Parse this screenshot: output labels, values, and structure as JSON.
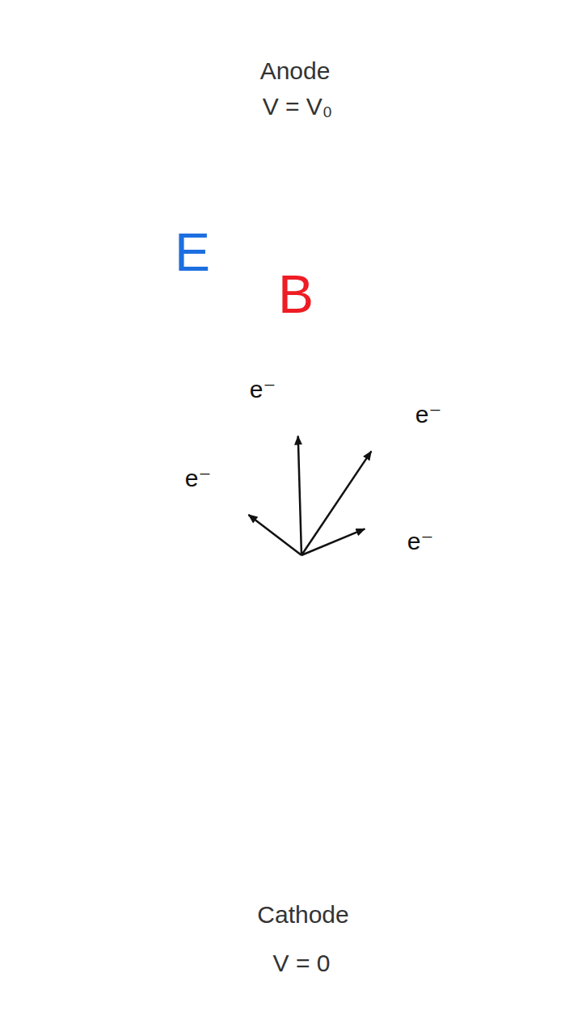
{
  "diagram": {
    "nodes": [
      {
        "text": [
          "Anode",
          "V = V₀"
        ]
      },
      {
        "text": [
          "E"
        ]
      },
      {
        "text": [
          "B"
        ],
        "in": 1
      },
      {
        "text": [
          "e⁻"
        ],
        "in": 2
      },
      {
        "text": [
          "e⁻"
        ],
        "in": 2
      },
      {
        "text": [
          "e⁻"
        ],
        "in": 2
      },
      {
        "text": [
          "e⁻"
        ],
        "in": 2
      },
      {
        "text": [
          "Cathode",
          "V = 0"
        ]
      }
    ],
    "edges": [
      {
        "from": 7,
        "to": 3,
        "arrow": "to"
      },
      {
        "from": 7,
        "to": 4,
        "arrow": "to"
      },
      {
        "from": 7,
        "to": 5,
        "arrow": "to"
      },
      {
        "from": 7,
        "to": 6,
        "arrow": "to"
      }
    ]
  }
}
